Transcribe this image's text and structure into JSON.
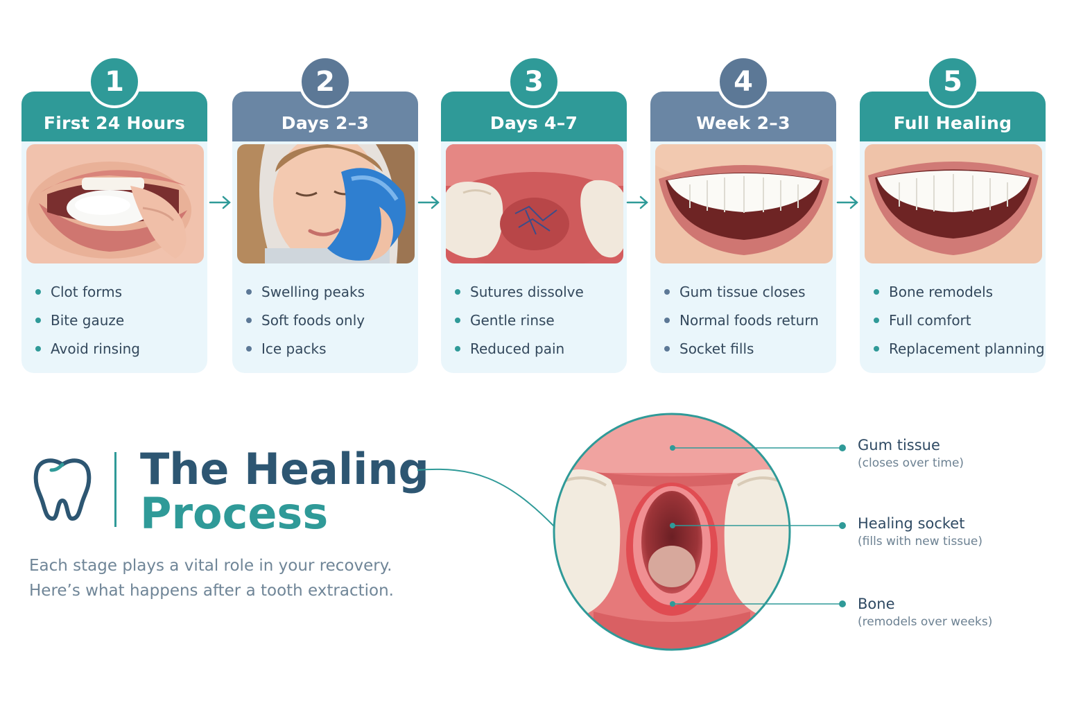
{
  "steps": [
    {
      "number": "1",
      "title": "First 24 Hours",
      "bullets": [
        "Clot forms",
        "Bite gauze",
        "Avoid rinsing"
      ]
    },
    {
      "number": "2",
      "title": "Days 2–3",
      "bullets": [
        "Swelling peaks",
        "Soft foods only",
        "Ice packs"
      ]
    },
    {
      "number": "3",
      "title": "Days 4–7",
      "bullets": [
        "Sutures dissolve",
        "Gentle rinse",
        "Reduced pain"
      ]
    },
    {
      "number": "4",
      "title": "Week 2–3",
      "bullets": [
        "Gum tissue closes",
        "Normal foods return",
        "Socket fills"
      ]
    },
    {
      "number": "5",
      "title": "Full Healing",
      "bullets": [
        "Bone remodels",
        "Full comfort",
        "Replacement planning"
      ]
    }
  ],
  "title": {
    "line1": "The Healing",
    "line2": "Process"
  },
  "subtitle": {
    "line1": "Each stage plays a vital role in your recovery.",
    "line2": "Here’s what happens after a tooth extraction."
  },
  "anatomy_labels": [
    {
      "name": "Gum tissue",
      "desc": "(closes over time)"
    },
    {
      "name": "Healing socket",
      "desc": "(fills with new tissue)"
    },
    {
      "name": "Bone",
      "desc": "(remodels over weeks)"
    }
  ],
  "colors": {
    "teal": "#2f9a98",
    "slate": "#6a86a4",
    "card": "#eaf6fb",
    "title_dark": "#2d5672"
  }
}
